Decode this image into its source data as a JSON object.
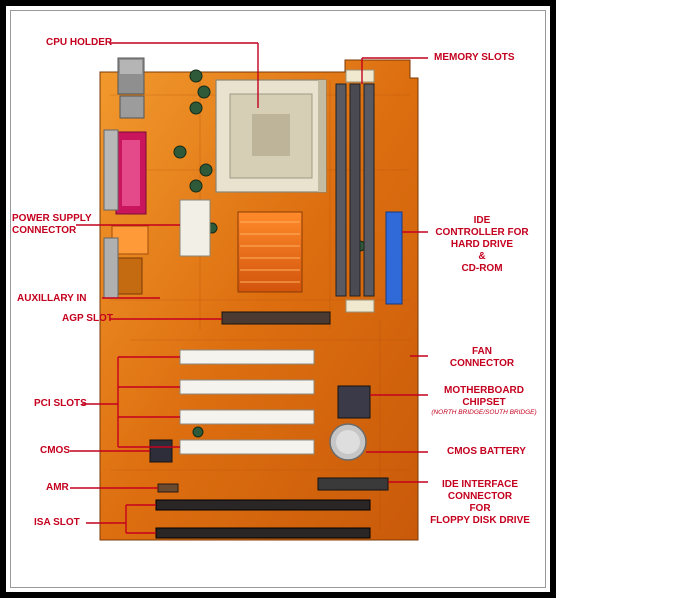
{
  "colors": {
    "label": "#c4001e",
    "board": "#e37a16",
    "frame": "#000000"
  },
  "labels": {
    "cpu_holder": "CPU HOLDER",
    "memory_slots": "MEMORY SLOTS",
    "power_supply_1": "POWER SUPPLY",
    "power_supply_2": "CONNECTOR",
    "ide_hdd_1": "IDE",
    "ide_hdd_2": "CONTROLLER FOR",
    "ide_hdd_3": "HARD DRIVE",
    "ide_hdd_4": "&",
    "ide_hdd_5": "CD-ROM",
    "auxillary_in": "AUXILLARY IN",
    "agp_slot": "AGP SLOT",
    "fan_1": "FAN",
    "fan_2": "CONNECTOR",
    "chipset_1": "MOTHERBOARD",
    "chipset_2": "CHIPSET",
    "chipset_3": "(NORTH BRIDGE/SOUTH BRIDGE)",
    "pci_slots": "PCI SLOTS",
    "cmos": "CMOS",
    "cmos_battery": "CMOS BATTERY",
    "amr": "AMR",
    "ide_fdd_1": "IDE INTERFACE",
    "ide_fdd_2": "CONNECTOR",
    "ide_fdd_3": "FOR",
    "ide_fdd_4": "FLOPPY DISK DRIVE",
    "isa_slot": "ISA SLOT"
  }
}
